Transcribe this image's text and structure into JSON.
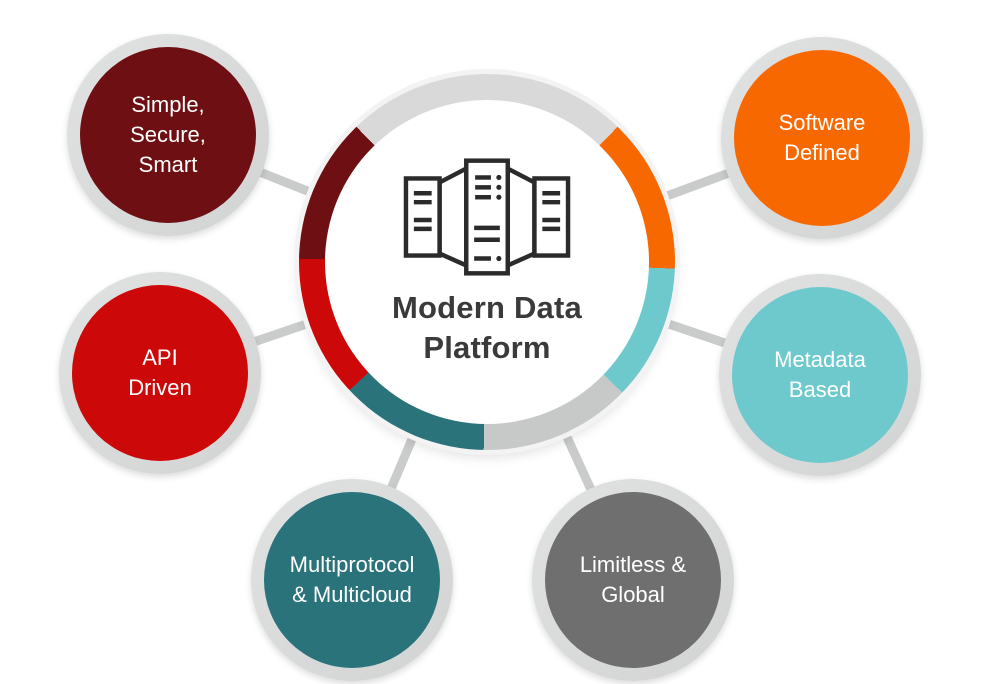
{
  "diagram": {
    "name": "Modern Data Platform",
    "background_color": "#ffffff",
    "connector_color": "#cacbcb"
  },
  "center": {
    "label": "Modern Data\nPlatform",
    "label_color": "#3a3a3a",
    "icon": "server-cluster-icon",
    "icon_color": "#2b2b2b",
    "ring_segments": [
      {
        "name": "top-gray",
        "color": "#d9d9da",
        "from": -44,
        "to": 44
      },
      {
        "name": "software-defined",
        "color": "#f76900",
        "from": 44,
        "to": 92
      },
      {
        "name": "metadata-based",
        "color": "#6ec9cd",
        "from": 92,
        "to": 134
      },
      {
        "name": "bottom-gray",
        "color": "#c6c9c8",
        "from": 134,
        "to": 181
      },
      {
        "name": "multiprotocol-multicloud",
        "color": "#2a737b",
        "from": 181,
        "to": 227
      },
      {
        "name": "api-driven",
        "color": "#cc0808",
        "from": 227,
        "to": 271
      },
      {
        "name": "simple-secure-smart",
        "color": "#6e1013",
        "from": 271,
        "to": 316
      }
    ]
  },
  "nodes": [
    {
      "id": "simple-secure-smart",
      "label": "Simple,\nSecure,\nSmart",
      "color": "#6e1013",
      "text_color": "#ffffff"
    },
    {
      "id": "software-defined",
      "label": "Software\nDefined",
      "color": "#f76900",
      "text_color": "#ffffff"
    },
    {
      "id": "api-driven",
      "label": "API\nDriven",
      "color": "#cc0808",
      "text_color": "#ffffff"
    },
    {
      "id": "metadata-based",
      "label": "Metadata\nBased",
      "color": "#6ec9cd",
      "text_color": "#ffffff"
    },
    {
      "id": "multiprotocol-multicloud",
      "label": "Multiprotocol\n& Multicloud",
      "color": "#2a737b",
      "text_color": "#ffffff"
    },
    {
      "id": "limitless-global",
      "label": "Limitless &\nGlobal",
      "color": "#6e6f6e",
      "text_color": "#ffffff"
    }
  ]
}
